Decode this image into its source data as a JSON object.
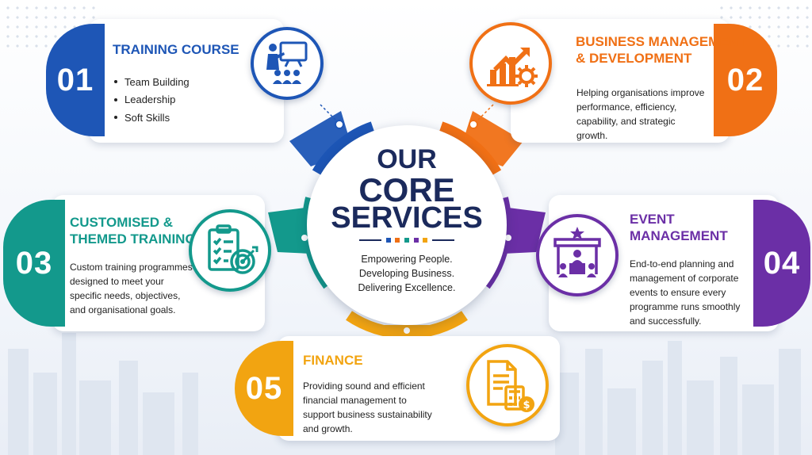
{
  "center": {
    "title_lines": [
      "OUR",
      "CORE",
      "SERVICES"
    ],
    "tagline_lines": [
      "Empowering People.",
      "Developing Business.",
      "Delivering Excellence."
    ]
  },
  "services": [
    {
      "number": "01",
      "title_lines": [
        "TRAINING COURSE"
      ],
      "bullets": [
        "Team Building",
        "Leadership",
        "Soft Skills"
      ],
      "color": "#1e56b6",
      "icon": "trainer-presentation-icon"
    },
    {
      "number": "02",
      "title_lines": [
        "BUSINESS MANAGEMENT",
        "& DEVELOPMENT"
      ],
      "description_lines": [
        "Helping organisations improve",
        "performance, efficiency,",
        "capability, and strategic",
        "growth."
      ],
      "color": "#f07015",
      "icon": "growth-chart-gear-icon"
    },
    {
      "number": "03",
      "title_lines": [
        "CUSTOMISED &",
        "THEMED TRAINING"
      ],
      "description_lines": [
        "Custom training programmes",
        "designed to meet your",
        "specific needs, objectives,",
        "and organisational goals."
      ],
      "color": "#13998c",
      "icon": "checklist-target-icon"
    },
    {
      "number": "04",
      "title_lines": [
        "EVENT",
        "MANAGEMENT"
      ],
      "description_lines": [
        "End-to-end planning and",
        "management of corporate",
        "events to ensure every",
        "programme runs smoothly",
        "and successfully."
      ],
      "color": "#6b2fa6",
      "icon": "event-stage-icon"
    },
    {
      "number": "05",
      "title_lines": [
        "FINANCE"
      ],
      "description_lines": [
        "Providing sound and efficient",
        "financial management to",
        "support business sustainability",
        "and growth."
      ],
      "color": "#f2a411",
      "icon": "finance-calculator-icon"
    }
  ],
  "colors": {
    "navy": "#1b2a5c",
    "blue": "#1e56b6",
    "orange": "#f07015",
    "teal": "#13998c",
    "purple": "#6b2fa6",
    "yellow": "#f2a411"
  }
}
